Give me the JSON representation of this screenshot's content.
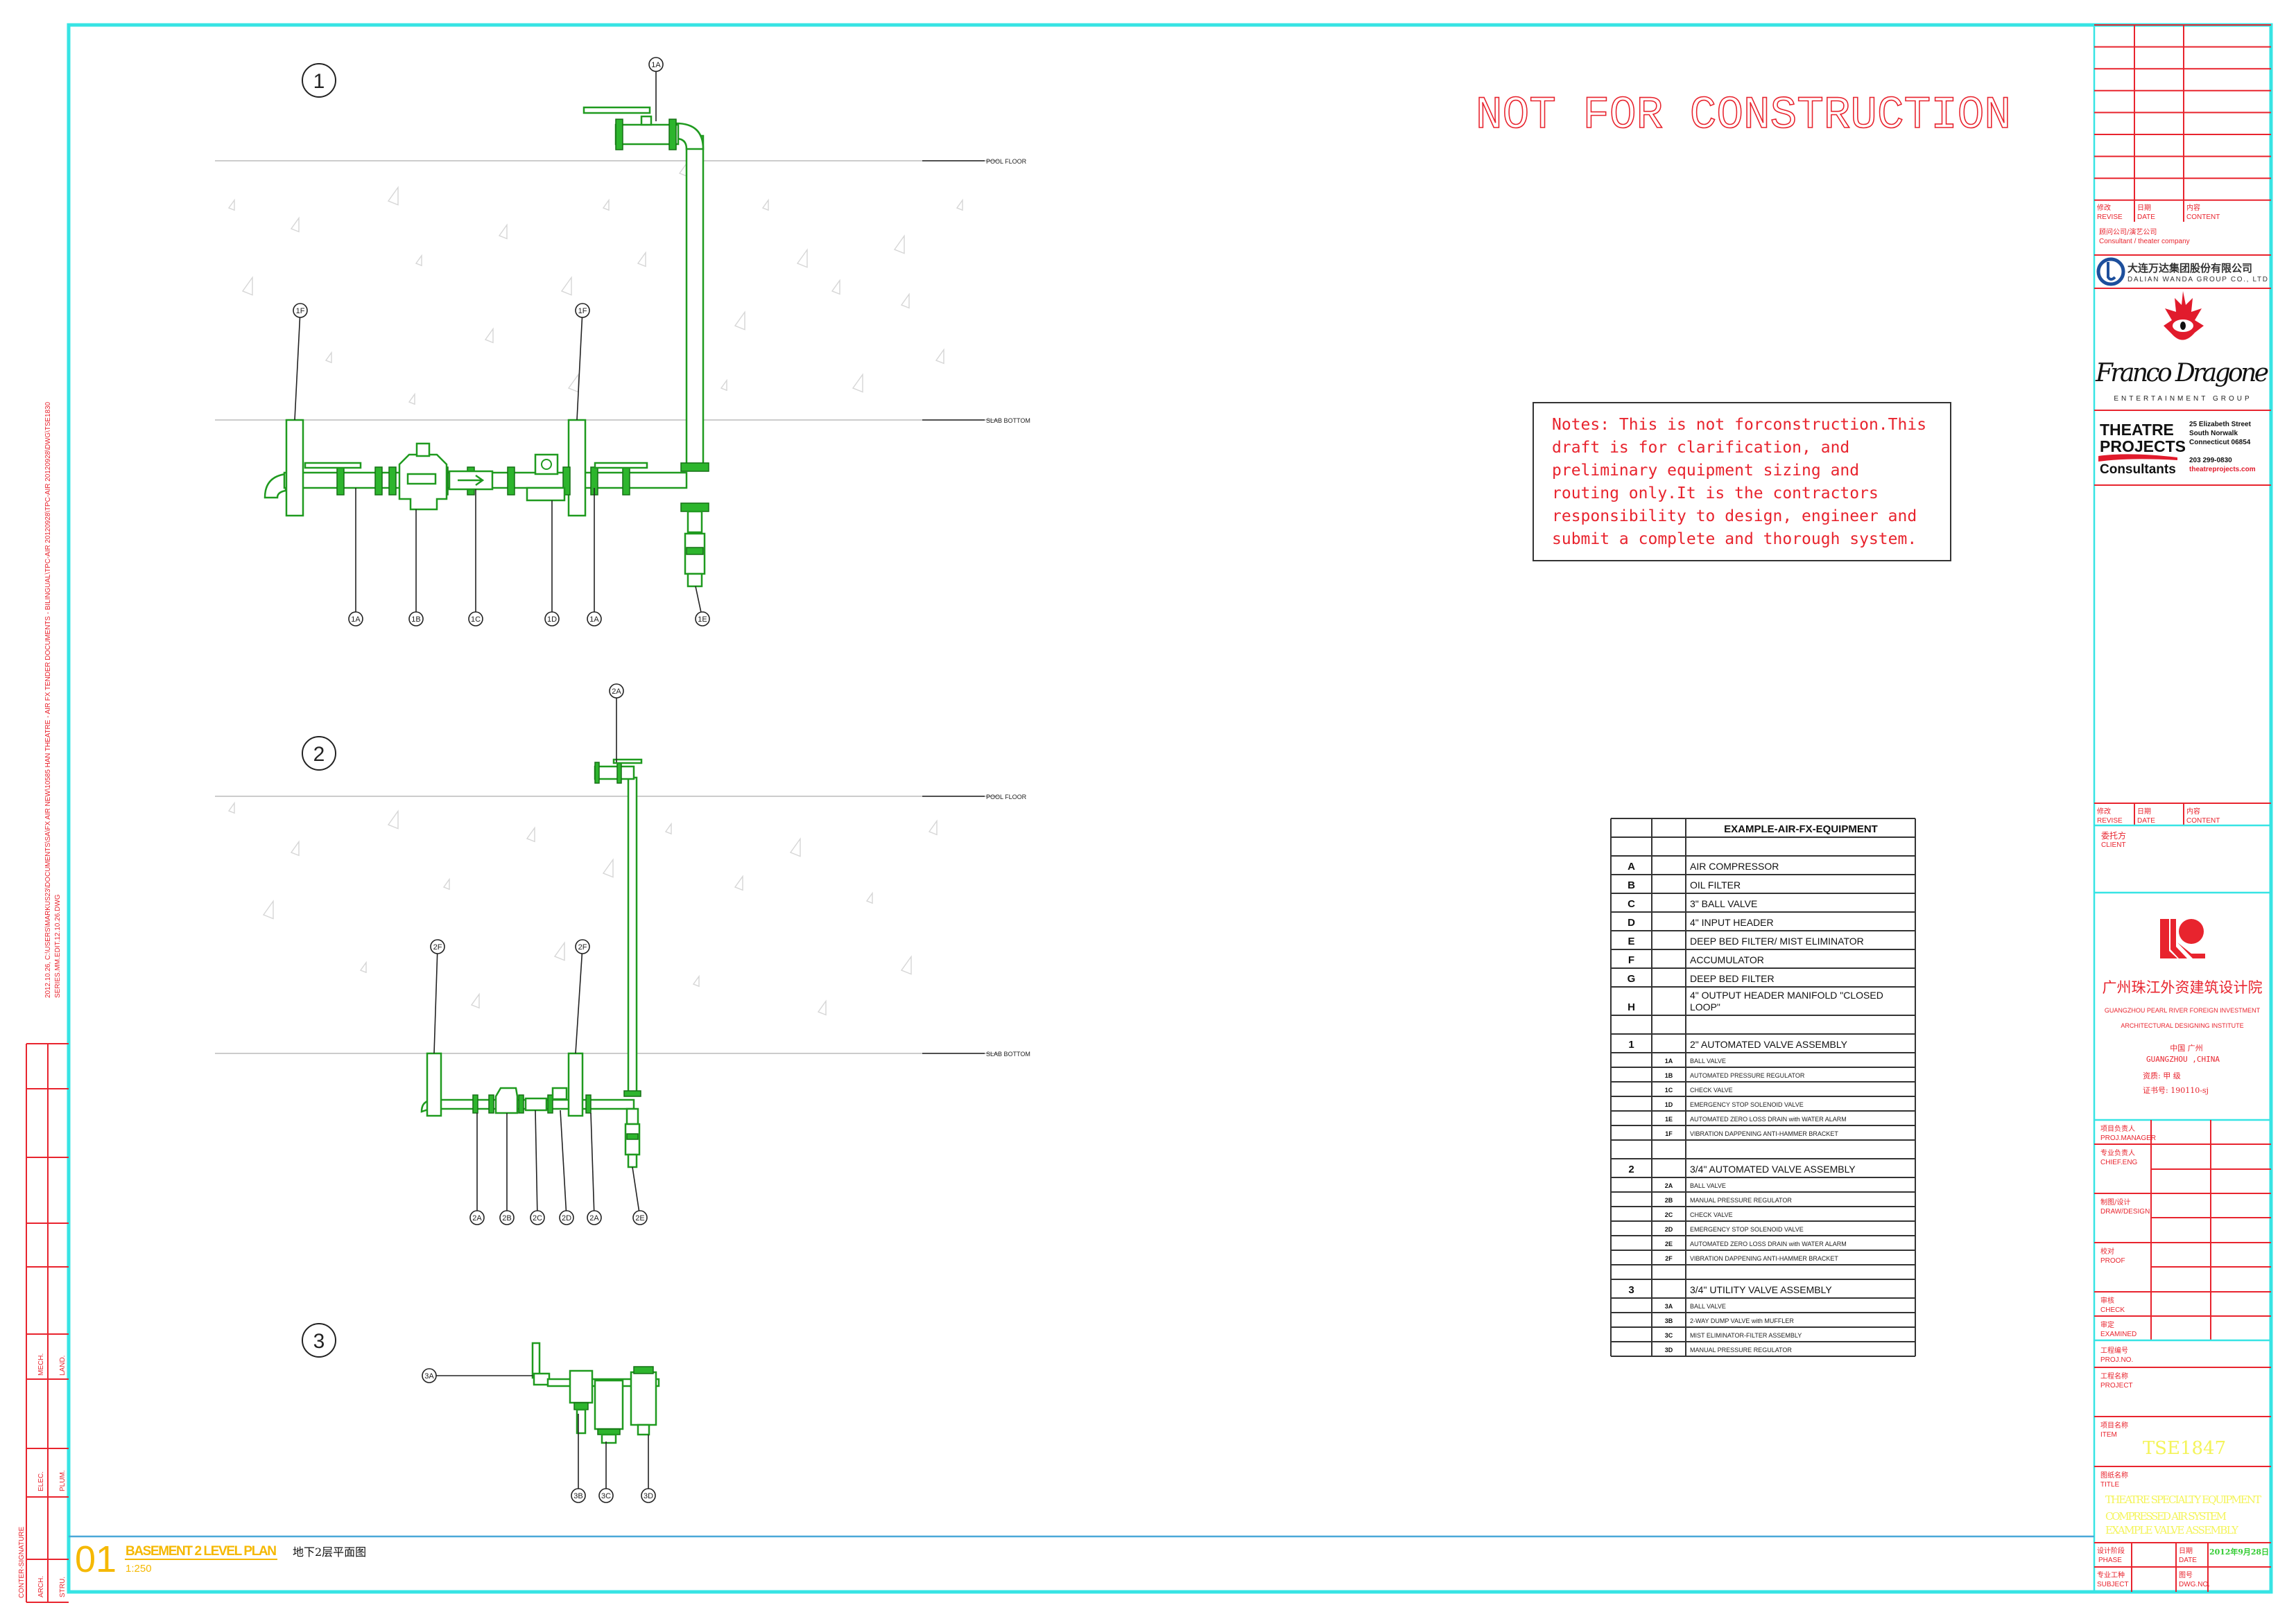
{
  "watermark": "NOT FOR CONSTRUCTION",
  "notes": [
    "Notes: This is not forconstruction.This",
    "draft is for clarification, and",
    "preliminary equipment sizing and",
    "routing only.It is the contractors",
    "responsibility to design, engineer and",
    "submit a complete and thorough system."
  ],
  "levels": {
    "pool_floor": "POOL FLOOR",
    "slab_bottom": "SLAB BOTTOM"
  },
  "assemblies": [
    {
      "number": "1",
      "bubbles": [
        "1A",
        "1B",
        "1C",
        "1D",
        "1A",
        "1E"
      ],
      "top_bubble": "1A",
      "bracket_bubbles": [
        "1F",
        "1F"
      ]
    },
    {
      "number": "2",
      "bubbles": [
        "2A",
        "2B",
        "2C",
        "2D",
        "2A",
        "2E"
      ],
      "top_bubble": "2A",
      "bracket_bubbles": [
        "2F",
        "2F"
      ]
    },
    {
      "number": "3",
      "bubbles": [
        "3B",
        "3C",
        "3D"
      ],
      "side_bubble": "3A"
    }
  ],
  "equipment_table": {
    "title": "EXAMPLE-AIR-FX-EQUIPMENT",
    "rows": [
      {
        "type": "blank",
        "code": "",
        "sub": "",
        "desc": ""
      },
      {
        "type": "main",
        "code": "A",
        "sub": "",
        "desc": "AIR COMPRESSOR"
      },
      {
        "type": "main",
        "code": "B",
        "sub": "",
        "desc": "OIL FILTER"
      },
      {
        "type": "main",
        "code": "C",
        "sub": "",
        "desc": "3\" BALL VALVE"
      },
      {
        "type": "main",
        "code": "D",
        "sub": "",
        "desc": "4\" INPUT HEADER"
      },
      {
        "type": "main",
        "code": "E",
        "sub": "",
        "desc": "DEEP BED FILTER/ MIST ELIMINATOR"
      },
      {
        "type": "main",
        "code": "F",
        "sub": "",
        "desc": "ACCUMULATOR"
      },
      {
        "type": "main",
        "code": "G",
        "sub": "",
        "desc": "DEEP BED FILTER"
      },
      {
        "type": "tall",
        "code": "H",
        "sub": "",
        "desc": "4\" OUTPUT HEADER MANIFOLD \"CLOSED",
        "desc2": "LOOP\""
      },
      {
        "type": "blank",
        "code": "",
        "sub": "",
        "desc": ""
      },
      {
        "type": "main",
        "code": "1",
        "sub": "",
        "desc": "2\" AUTOMATED VALVE ASSEMBLY"
      },
      {
        "type": "sub",
        "code": "",
        "sub": "1A",
        "desc": "BALL VALVE"
      },
      {
        "type": "sub",
        "code": "",
        "sub": "1B",
        "desc": "AUTOMATED PRESSURE REGULATOR"
      },
      {
        "type": "sub",
        "code": "",
        "sub": "1C",
        "desc": "CHECK VALVE"
      },
      {
        "type": "sub",
        "code": "",
        "sub": "1D",
        "desc": "EMERGENCY STOP SOLENOID VALVE"
      },
      {
        "type": "sub",
        "code": "",
        "sub": "1E",
        "desc": "AUTOMATED ZERO LOSS DRAIN with WATER ALARM"
      },
      {
        "type": "sub",
        "code": "",
        "sub": "1F",
        "desc": "VIBRATION DAPPENING ANTI-HAMMER BRACKET"
      },
      {
        "type": "blank",
        "code": "",
        "sub": "",
        "desc": ""
      },
      {
        "type": "main",
        "code": "2",
        "sub": "",
        "desc": "3/4\" AUTOMATED VALVE ASSEMBLY"
      },
      {
        "type": "sub",
        "code": "",
        "sub": "2A",
        "desc": "BALL VALVE"
      },
      {
        "type": "sub",
        "code": "",
        "sub": "2B",
        "desc": "MANUAL PRESSURE REGULATOR"
      },
      {
        "type": "sub",
        "code": "",
        "sub": "2C",
        "desc": "CHECK VALVE"
      },
      {
        "type": "sub",
        "code": "",
        "sub": "2D",
        "desc": "EMERGENCY STOP SOLENOID VALVE"
      },
      {
        "type": "sub",
        "code": "",
        "sub": "2E",
        "desc": "AUTOMATED ZERO LOSS DRAIN with WATER ALARM"
      },
      {
        "type": "sub",
        "code": "",
        "sub": "2F",
        "desc": "VIBRATION DAPPENING ANTI-HAMMER BRACKET"
      },
      {
        "type": "blanks",
        "code": "",
        "sub": "",
        "desc": ""
      },
      {
        "type": "main",
        "code": "3",
        "sub": "",
        "desc": "3/4\" UTILITY VALVE ASSEMBLY"
      },
      {
        "type": "sub",
        "code": "",
        "sub": "3A",
        "desc": "BALL VALVE"
      },
      {
        "type": "sub",
        "code": "",
        "sub": "3B",
        "desc": "2-WAY DUMP VALVE with MUFFLER"
      },
      {
        "type": "sub",
        "code": "",
        "sub": "3C",
        "desc": "MIST ELIMINATOR-FILTER ASSEMBLY"
      },
      {
        "type": "sub",
        "code": "",
        "sub": "3D",
        "desc": "MANUAL PRESSURE REGULATOR"
      }
    ]
  },
  "title_block": {
    "revise_cn": "修改",
    "revise_en": "REVISE",
    "date_cn": "日期",
    "date_en": "DATE",
    "content_cn": "内容",
    "content_en": "CONTENT",
    "consultant_cn": "顾问公司/演艺公司",
    "consultant_en": "Consultant / theater company",
    "wanda_cn": "大连万达集团股份有限公司",
    "wanda_en": "DALIAN WANDA GROUP CO., LTD",
    "franco_logo": "Franco Dragone",
    "franco_sub": "ENTERTAINMENT GROUP",
    "tp_logo": [
      "THEATRE",
      "PROJECTS",
      "Consultants"
    ],
    "tp_address": [
      "25 Elizabeth Street",
      "South Norwalk",
      "Connecticut 06854"
    ],
    "tp_phone": "203 299-0830",
    "tp_web": "theatreprojects.com",
    "client_cn": "委托方",
    "client_en": "CLIENT",
    "institute_cn": "广州珠江外资建筑设计院",
    "institute_en1": "GUANGZHOU PEARL RIVER FOREIGN INVESTMENT",
    "institute_en2": "ARCHITECTURAL DESIGNING INSTITUTE",
    "city_cn": "中国 广州",
    "city_en": "GUANGZHOU ,CHINA",
    "grade": "资质:    甲 级",
    "cert": "证书号:  190110-sj",
    "staff": [
      {
        "cn": "项目负责人",
        "en": "PROJ.MANAGER"
      },
      {
        "cn": "专业负责人",
        "en": "CHIEF.ENG"
      },
      {
        "cn": "制图/设计",
        "en": "DRAW/DESIGN"
      },
      {
        "cn": "校对",
        "en": "PROOF"
      },
      {
        "cn": "审核",
        "en": "CHECK"
      },
      {
        "cn": "审定",
        "en": "EXAMINED"
      }
    ],
    "projno_cn": "工程编号",
    "projno_en": "PROJ.NO.",
    "project_cn": "工程名称",
    "project_en": "PROJECT",
    "item_cn": "项目名称",
    "item_en": "ITEM",
    "item_value": "TSE1847",
    "title_cn": "图纸名称",
    "title_en": "TITLE",
    "title_lines": [
      "THEATRE SPECIALTY EQUIPMENT",
      "COMPRESSED AIR SYSTEM",
      "EXAMPLE VALVE ASSEMBLY"
    ],
    "phase_cn": "设计阶段",
    "phase_en": "PHASE",
    "date2_cn": "日期",
    "date2_en": "DATE",
    "date_value": "2012年9月28日",
    "subject_cn": "专业工种",
    "subject_en": "SUBJECT",
    "dwgno_cn": "图号",
    "dwgno_en": "DWG.NO."
  },
  "footer": {
    "number": "01",
    "title": "BASEMENT 2 LEVEL PLAN",
    "scale": "1:250",
    "title_cn": "地下2层平面图"
  },
  "margin": {
    "file_path": "2012.10.26, C:\\USERS\\MARKUS23\\DOCUMENTS\\SA\\FX AIR NEW\\10585 HAN THEATRE - AIR FX TENDER DOCUMENTS - BILINGUAL\\TPC-AIR 20120928\\TPC-AIR 20120928\\DWG\\TSE1830",
    "file_name": "SERIES.MM.EDIT.12.10.26.DWG",
    "counter_signature": "CONTER-SIGNATURE",
    "disciplines": [
      "ARCH.",
      "STRU.",
      "ELEC.",
      "PLUM.",
      "MECH.",
      "LAND."
    ]
  },
  "colors": {
    "frame": "#37e4e4",
    "pipe": "#1f9a1f",
    "titleblock": "#e8242e",
    "footer": "#f5c400"
  }
}
